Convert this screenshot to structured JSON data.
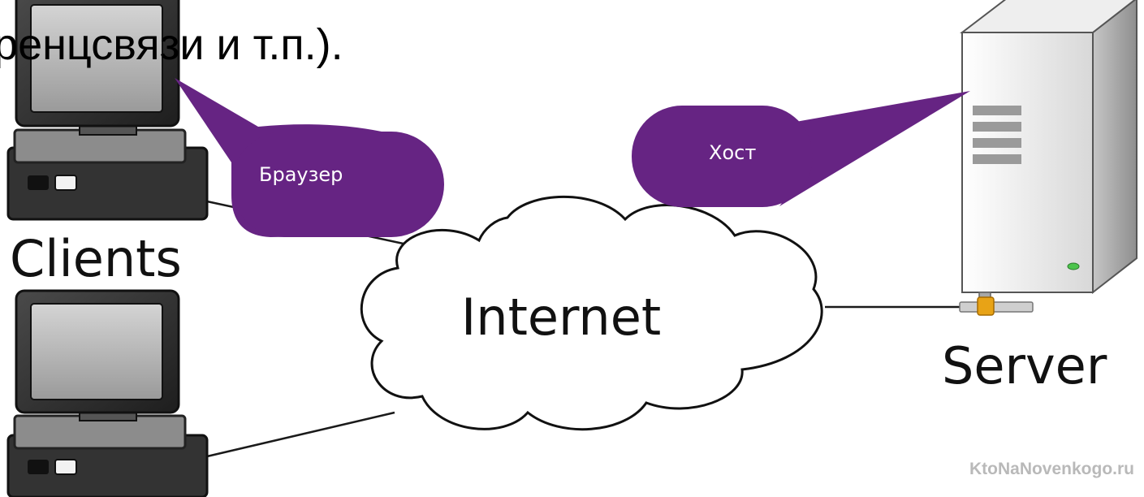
{
  "heading": {
    "line1": "",
    "line2": "еренцсвязи и т.п.)."
  },
  "labels": {
    "clients": "Clients",
    "internet": "Internet",
    "server": "Server"
  },
  "bubbles": {
    "browser": "Браузер",
    "host": "Хост"
  },
  "watermark": "KtoNaNovenkogo.ru",
  "colors": {
    "bubble": "#662483",
    "connector": "#e8a316",
    "text": "#111111"
  }
}
